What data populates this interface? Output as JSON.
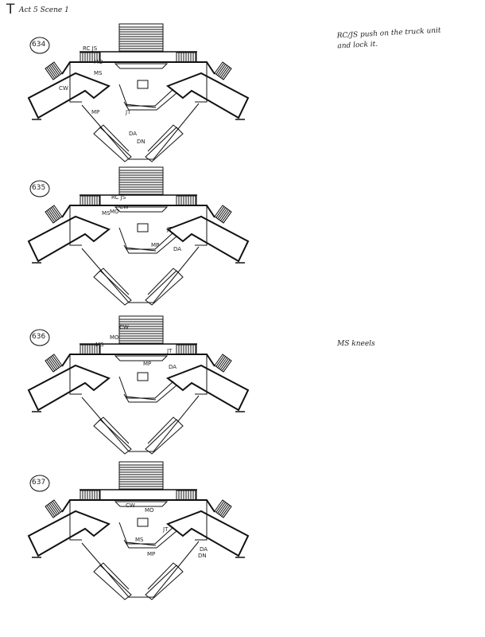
{
  "header": {
    "mark": "T",
    "title": "Act 5 Scene 1"
  },
  "notes": [
    {
      "line1": "RC/JS push on the truck unit",
      "line2": "and lock it."
    },
    {
      "line1": "MS kneels",
      "line2": ""
    }
  ],
  "diagrams": [
    {
      "cue": "634",
      "labels": [
        "RC JS",
        "MO",
        "MS",
        "CW",
        "MP",
        "JT",
        "DA",
        "DN"
      ]
    },
    {
      "cue": "635",
      "labels": [
        "RC JS",
        "MS",
        "MO",
        "CW",
        "JT",
        "MP",
        "DA"
      ]
    },
    {
      "cue": "636",
      "labels": [
        "CW",
        "MO",
        "MS",
        "MP",
        "JT",
        "DA"
      ]
    },
    {
      "cue": "637",
      "labels": [
        "CW",
        "MO",
        "JT",
        "MS",
        "MP",
        "DA",
        "DN"
      ]
    }
  ],
  "colors": {
    "ink": "#111111",
    "paper": "#ffffff"
  }
}
